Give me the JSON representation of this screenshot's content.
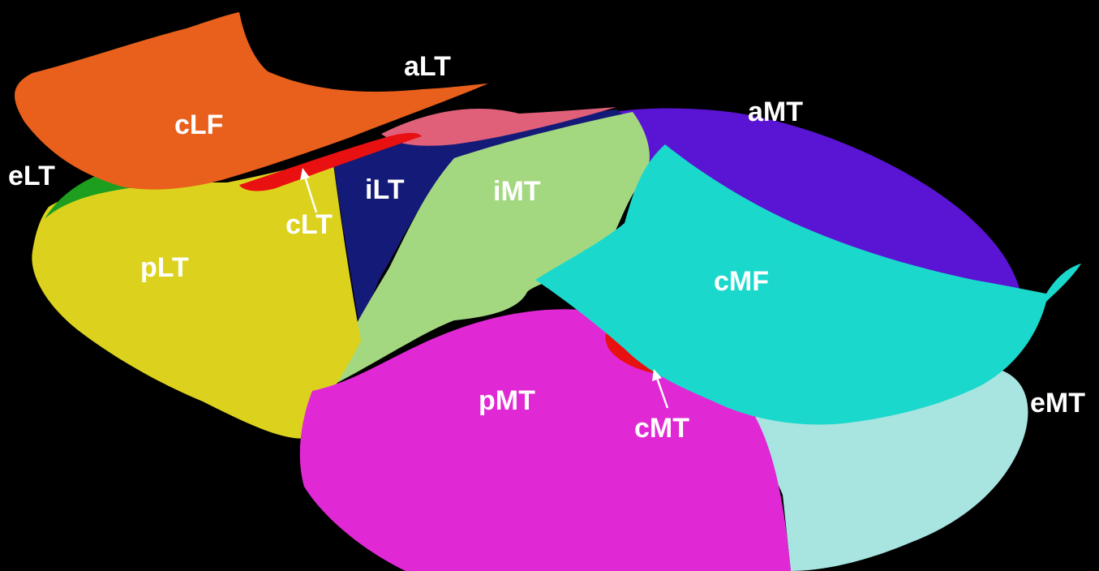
{
  "regions": {
    "cLF": {
      "label": "cLF",
      "color": "#e8601c"
    },
    "aLT": {
      "label": "aLT",
      "color": "#e0607a"
    },
    "eLT": {
      "label": "eLT",
      "color": "#1e9e1e"
    },
    "cLT": {
      "label": "cLT",
      "color": "#e81010"
    },
    "pLT": {
      "label": "pLT",
      "color": "#dcd21e"
    },
    "iLT": {
      "label": "iLT",
      "color": "#141a78"
    },
    "iMT": {
      "label": "iMT",
      "color": "#a4d880"
    },
    "aMT": {
      "label": "aMT",
      "color": "#5a14d4"
    },
    "cMF": {
      "label": "cMF",
      "color": "#1ad8cc"
    },
    "pMT": {
      "label": "pMT",
      "color": "#e028d4"
    },
    "cMT": {
      "label": "cMT",
      "color": "#e81010"
    },
    "eMT": {
      "label": "eMT",
      "color": "#a8e4e0"
    }
  },
  "background": "#000000"
}
